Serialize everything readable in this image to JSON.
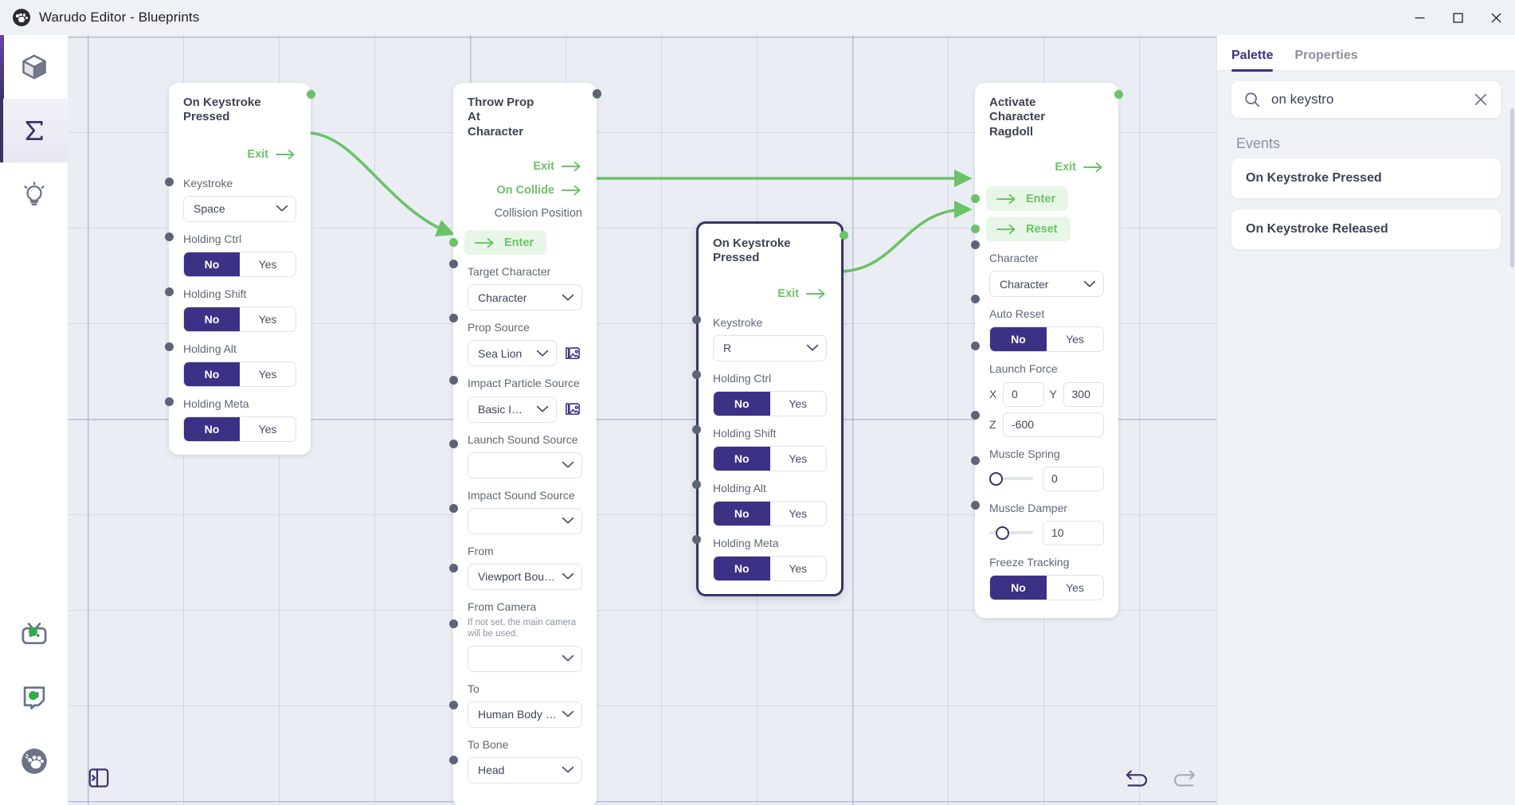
{
  "window": {
    "title": "Warudo Editor - Blueprints",
    "logo_icon": "warudo-paw-logo",
    "minimize_label": "—",
    "maximize_label": "□",
    "close_label": "✕"
  },
  "rail": {
    "items": [
      {
        "name": "assets",
        "icon": "cube-icon",
        "active": false,
        "dot": false
      },
      {
        "name": "blueprints",
        "icon": "sigma-icon",
        "active": true,
        "dot": false
      },
      {
        "name": "tips",
        "icon": "lightbulb-icon",
        "active": false,
        "dot": false
      },
      {
        "name": "bilibili",
        "icon": "bilibili-tv-icon",
        "active": false,
        "dot": true
      },
      {
        "name": "twitch",
        "icon": "twitch-icon",
        "active": false,
        "dot": true
      },
      {
        "name": "warudo",
        "icon": "warudo-paw-icon",
        "active": false,
        "dot": false
      }
    ],
    "status_dot_color": "#2ab04a"
  },
  "canvas": {
    "panel_toggle_icon": "expand-left-panel-icon",
    "undo_icon": "undo-icon",
    "redo_icon": "redo-icon",
    "undo_enabled": true,
    "redo_enabled": false,
    "edge_color": "#6cc267",
    "accent_color": "#3b3285",
    "nodes": [
      {
        "id": "on-keystroke-pressed-1",
        "title": "On Keystroke Pressed",
        "selected": false,
        "outputs": [
          {
            "label": "Exit",
            "type": "flow"
          }
        ],
        "fields": [
          {
            "label": "Keystroke",
            "control": "select",
            "value": "Space"
          },
          {
            "label": "Holding Ctrl",
            "control": "toggle",
            "value": "No",
            "options": [
              "No",
              "Yes"
            ]
          },
          {
            "label": "Holding Shift",
            "control": "toggle",
            "value": "No",
            "options": [
              "No",
              "Yes"
            ]
          },
          {
            "label": "Holding Alt",
            "control": "toggle",
            "value": "No",
            "options": [
              "No",
              "Yes"
            ]
          },
          {
            "label": "Holding Meta",
            "control": "toggle",
            "value": "No",
            "options": [
              "No",
              "Yes"
            ]
          }
        ]
      },
      {
        "id": "throw-prop-at-character",
        "title": "Throw Prop At Character",
        "selected": false,
        "outputs": [
          {
            "label": "Exit",
            "type": "flow"
          },
          {
            "label": "On Collide",
            "type": "flow"
          },
          {
            "label": "Collision Position",
            "type": "data"
          }
        ],
        "inputs": [
          {
            "label": "Enter",
            "type": "flow"
          }
        ],
        "fields": [
          {
            "label": "Target Character",
            "control": "select",
            "value": "Character"
          },
          {
            "label": "Prop Source",
            "control": "select",
            "value": "Sea Lion",
            "extra_icon": "image-picker-icon"
          },
          {
            "label": "Impact Particle Source",
            "control": "select",
            "value": "Basic Impac...",
            "extra_icon": "image-picker-icon"
          },
          {
            "label": "Launch Sound Source",
            "control": "select",
            "value": ""
          },
          {
            "label": "Impact Sound Source",
            "control": "select",
            "value": ""
          },
          {
            "label": "From",
            "control": "select",
            "value": "Viewport Bound..."
          },
          {
            "label": "From Camera",
            "control": "select",
            "value": "",
            "hint": "If not set, the main camera will be used."
          },
          {
            "label": "To",
            "control": "select",
            "value": "Human Body Bo..."
          },
          {
            "label": "To Bone",
            "control": "select",
            "value": "Head"
          }
        ]
      },
      {
        "id": "on-keystroke-pressed-2",
        "title": "On Keystroke Pressed",
        "selected": true,
        "outputs": [
          {
            "label": "Exit",
            "type": "flow"
          }
        ],
        "fields": [
          {
            "label": "Keystroke",
            "control": "select",
            "value": "R"
          },
          {
            "label": "Holding Ctrl",
            "control": "toggle",
            "value": "No",
            "options": [
              "No",
              "Yes"
            ]
          },
          {
            "label": "Holding Shift",
            "control": "toggle",
            "value": "No",
            "options": [
              "No",
              "Yes"
            ]
          },
          {
            "label": "Holding Alt",
            "control": "toggle",
            "value": "No",
            "options": [
              "No",
              "Yes"
            ]
          },
          {
            "label": "Holding Meta",
            "control": "toggle",
            "value": "No",
            "options": [
              "No",
              "Yes"
            ]
          }
        ]
      },
      {
        "id": "activate-character-ragdoll",
        "title": "Activate Character Ragdoll",
        "selected": false,
        "outputs": [
          {
            "label": "Exit",
            "type": "flow"
          }
        ],
        "inputs": [
          {
            "label": "Enter",
            "type": "flow"
          },
          {
            "label": "Reset",
            "type": "flow"
          }
        ],
        "fields": [
          {
            "label": "Character",
            "control": "select",
            "value": "Character"
          },
          {
            "label": "Auto Reset",
            "control": "toggle",
            "value": "No",
            "options": [
              "No",
              "Yes"
            ]
          },
          {
            "label": "Launch Force",
            "control": "vector3",
            "x_label": "X",
            "x": "0",
            "y_label": "Y",
            "y": "300",
            "z_label": "Z",
            "z": "-600"
          },
          {
            "label": "Muscle Spring",
            "control": "slider",
            "value": "0",
            "knob_pct": 0
          },
          {
            "label": "Muscle Damper",
            "control": "slider",
            "value": "10",
            "knob_pct": 8
          },
          {
            "label": "Freeze Tracking",
            "control": "toggle",
            "value": "No",
            "options": [
              "No",
              "Yes"
            ]
          }
        ]
      }
    ]
  },
  "right_panel": {
    "tabs": [
      {
        "label": "Palette",
        "active": true
      },
      {
        "label": "Properties",
        "active": false
      }
    ],
    "search": {
      "icon": "search-icon",
      "value": "on keystro",
      "placeholder": "Search",
      "clear_icon": "close-icon"
    },
    "sections": [
      {
        "heading": "Events",
        "items": [
          {
            "label": "On Keystroke Pressed"
          },
          {
            "label": "On Keystroke Released"
          }
        ]
      }
    ]
  }
}
